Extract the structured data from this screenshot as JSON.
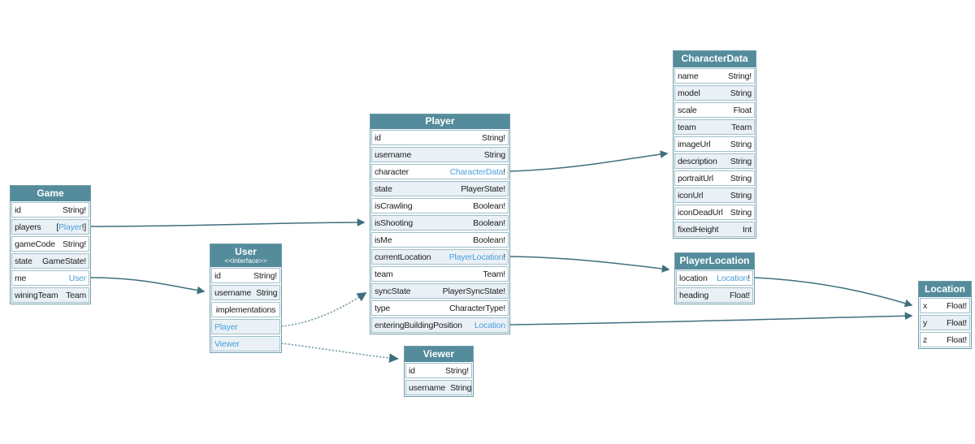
{
  "colors": {
    "canvas_bg": "#ffffff",
    "header_bg": "#548c9c",
    "header_text": "#ffffff",
    "table_border": "#6f9dab",
    "row_border": "#a0bfc9",
    "row_bg": "#ffffff",
    "row_alt_bg": "#eaf1f6",
    "text": "#1c1c1c",
    "link": "#4a9fdc",
    "edge": "#3f6f7e",
    "edge_dotted": "#82a7b1"
  },
  "tables": [
    {
      "name": "Game",
      "fields": [
        {
          "name": "id",
          "type": "String!"
        },
        {
          "name": "players",
          "type": "[Player!]",
          "link": "Player"
        },
        {
          "name": "gameCode",
          "type": "String!"
        },
        {
          "name": "state",
          "type": "GameState!"
        },
        {
          "name": "me",
          "type": "User",
          "link": "User"
        },
        {
          "name": "winingTeam",
          "type": "Team"
        }
      ]
    },
    {
      "name": "User",
      "stereotype": "<<interface>>",
      "fields": [
        {
          "name": "id",
          "type": "String!"
        },
        {
          "name": "username",
          "type": "String"
        },
        {
          "label": "implementations"
        },
        {
          "impl": "Player"
        },
        {
          "impl": "Viewer"
        }
      ]
    },
    {
      "name": "Player",
      "fields": [
        {
          "name": "id",
          "type": "String!"
        },
        {
          "name": "username",
          "type": "String"
        },
        {
          "name": "character",
          "type": "CharacterData!",
          "link": "CharacterData"
        },
        {
          "name": "state",
          "type": "PlayerState!"
        },
        {
          "name": "isCrawling",
          "type": "Boolean!"
        },
        {
          "name": "isShooting",
          "type": "Boolean!"
        },
        {
          "name": "isMe",
          "type": "Boolean!"
        },
        {
          "name": "currentLocation",
          "type": "PlayerLocation!",
          "link": "PlayerLocation"
        },
        {
          "name": "team",
          "type": "Team!"
        },
        {
          "name": "syncState",
          "type": "PlayerSyncState!"
        },
        {
          "name": "type",
          "type": "CharacterType!"
        },
        {
          "name": "enteringBuildingPosition",
          "type": "Location",
          "link": "Location"
        }
      ]
    },
    {
      "name": "Viewer",
      "fields": [
        {
          "name": "id",
          "type": "String!"
        },
        {
          "name": "username",
          "type": "String"
        }
      ]
    },
    {
      "name": "CharacterData",
      "fields": [
        {
          "name": "name",
          "type": "String!"
        },
        {
          "name": "model",
          "type": "String"
        },
        {
          "name": "scale",
          "type": "Float"
        },
        {
          "name": "team",
          "type": "Team"
        },
        {
          "name": "imageUrl",
          "type": "String"
        },
        {
          "name": "description",
          "type": "String"
        },
        {
          "name": "portraitUrl",
          "type": "String"
        },
        {
          "name": "iconUrl",
          "type": "String"
        },
        {
          "name": "iconDeadUrl",
          "type": "String"
        },
        {
          "name": "fixedHeight",
          "type": "Int"
        }
      ]
    },
    {
      "name": "PlayerLocation",
      "fields": [
        {
          "name": "location",
          "type": "Location!",
          "link": "Location"
        },
        {
          "name": "heading",
          "type": "Float!"
        }
      ]
    },
    {
      "name": "Location",
      "fields": [
        {
          "name": "x",
          "type": "Float!"
        },
        {
          "name": "y",
          "type": "Float!"
        },
        {
          "name": "z",
          "type": "Float!"
        }
      ]
    }
  ],
  "edges": [
    {
      "id": "game-players-player",
      "from": "Game.players",
      "to": "Player",
      "style": "solid"
    },
    {
      "id": "game-me-user",
      "from": "Game.me",
      "to": "User",
      "style": "solid"
    },
    {
      "id": "player-character-characterdata",
      "from": "Player.character",
      "to": "CharacterData",
      "style": "solid"
    },
    {
      "id": "player-currentlocation-playerlocation",
      "from": "Player.currentLocation",
      "to": "PlayerLocation",
      "style": "solid"
    },
    {
      "id": "player-enteringbuildingposition-location",
      "from": "Player.enteringBuildingPosition",
      "to": "Location",
      "style": "solid"
    },
    {
      "id": "playerlocation-location-location",
      "from": "PlayerLocation.location",
      "to": "Location",
      "style": "solid"
    },
    {
      "id": "user-player-impl",
      "from": "User.Player",
      "to": "Player",
      "style": "dotted"
    },
    {
      "id": "user-viewer-impl",
      "from": "User.Viewer",
      "to": "Viewer",
      "style": "dotted"
    }
  ]
}
